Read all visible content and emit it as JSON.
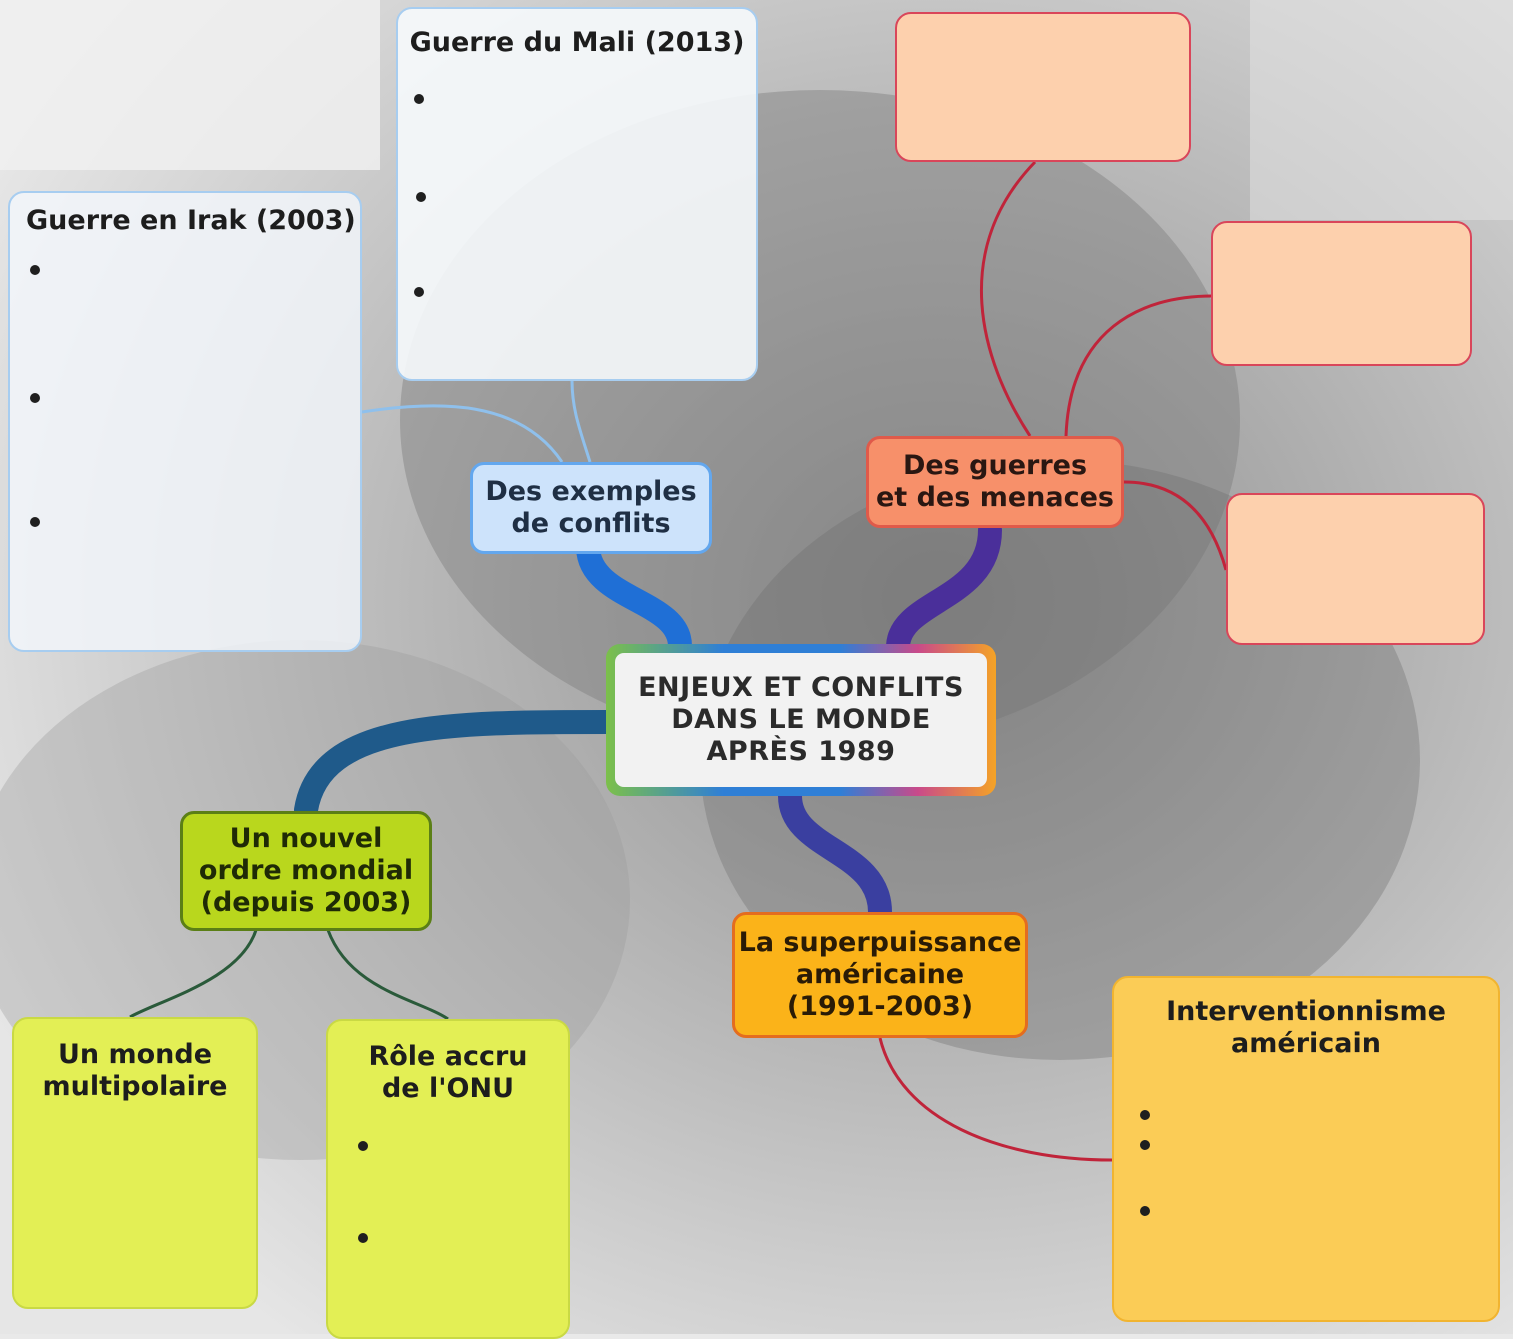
{
  "center": {
    "line1": "ENJEUX ET CONFLITS",
    "line2": "DANS LE MONDE",
    "line3": "APRÈS 1989"
  },
  "branches": {
    "conflits": {
      "line1": "Des exemples",
      "line2": "de conflits"
    },
    "guerres": {
      "line1": "Des guerres",
      "line2": "et des menaces"
    },
    "ordre": {
      "line1": "Un nouvel",
      "line2": "ordre mondial",
      "line3": "(depuis 2003)"
    },
    "superpuissance": {
      "line1": "La superpuissance",
      "line2": "américaine",
      "line3": "(1991-2003)"
    }
  },
  "panels": {
    "mali": {
      "title": "Guerre du Mali (2013)",
      "bullets": 3
    },
    "irak": {
      "title": "Guerre en Irak (2003)",
      "bullets": 3
    },
    "multipolaire": {
      "line1": "Un monde",
      "line2": "multipolaire"
    },
    "onu": {
      "line1": "Rôle accru",
      "line2": "de l'ONU",
      "bullets": 2
    },
    "interventionnisme": {
      "line1": "Interventionnisme",
      "line2": "américain",
      "bullets": 3
    }
  },
  "colors": {
    "blue_branch": "#1f6fd6",
    "purple_branch": "#5b2a8c",
    "green_branch": "#2a5a3a",
    "red_branch": "#c0243a",
    "light_blue_link": "#8fc0ec",
    "salmon_link": "#c0243a"
  }
}
